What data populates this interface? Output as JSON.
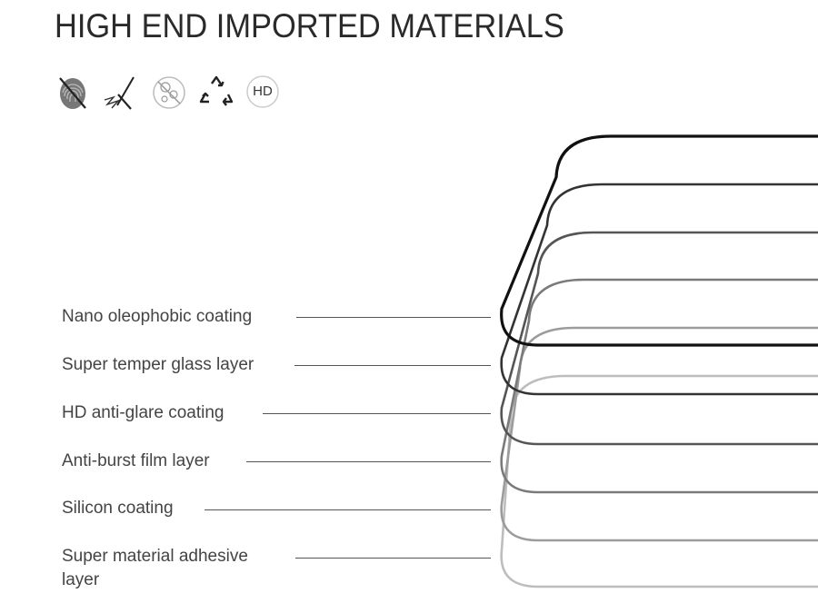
{
  "header": {
    "title": "HIGH END IMPORTED MATERIALS"
  },
  "features": [
    {
      "icon": "fingerprint-crossed-icon"
    },
    {
      "icon": "scratch-knife-icon"
    },
    {
      "icon": "anti-bubble-icon"
    },
    {
      "icon": "recycle-icon"
    },
    {
      "icon": "hd-icon",
      "text": "HD"
    }
  ],
  "layers": [
    {
      "label": "Nano oleophobic coating",
      "color": "#111111"
    },
    {
      "label": "Super temper glass layer",
      "color": "#333333"
    },
    {
      "label": "HD anti-glare coating",
      "color": "#555555"
    },
    {
      "label": "Anti-burst film layer",
      "color": "#7a7a7a"
    },
    {
      "label": "Silicon coating",
      "color": "#9c9c9c"
    },
    {
      "label": "Super material adhesive",
      "label_line2": "layer",
      "color": "#bdbdbd"
    }
  ]
}
